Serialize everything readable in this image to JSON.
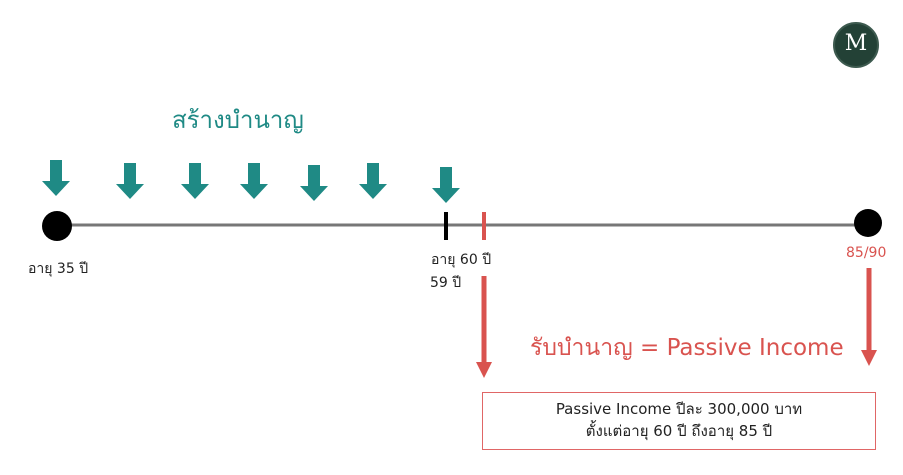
{
  "build_phase": {
    "title": "สร้างบำนาญ",
    "arrow_color": "#1f8a85",
    "deposit_count": 7
  },
  "timeline": {
    "start_label": "อายุ 35 ปี",
    "retire_label": "อายุ  60 ปี",
    "last_contribution_label": "59 ปี",
    "end_label": "85/90",
    "line_color": "#777777",
    "accent_color": "#d9534f"
  },
  "payout_phase": {
    "title": "รับบำนาญ = Passive Income",
    "color": "#d9534f"
  },
  "info_box": {
    "line1": "Passive Income ปีละ 300,000 บาท",
    "line2": "ตั้งแต่อายุ 60 ปี ถึงอายุ 85 ปี"
  },
  "logo": {
    "letter": "M"
  }
}
